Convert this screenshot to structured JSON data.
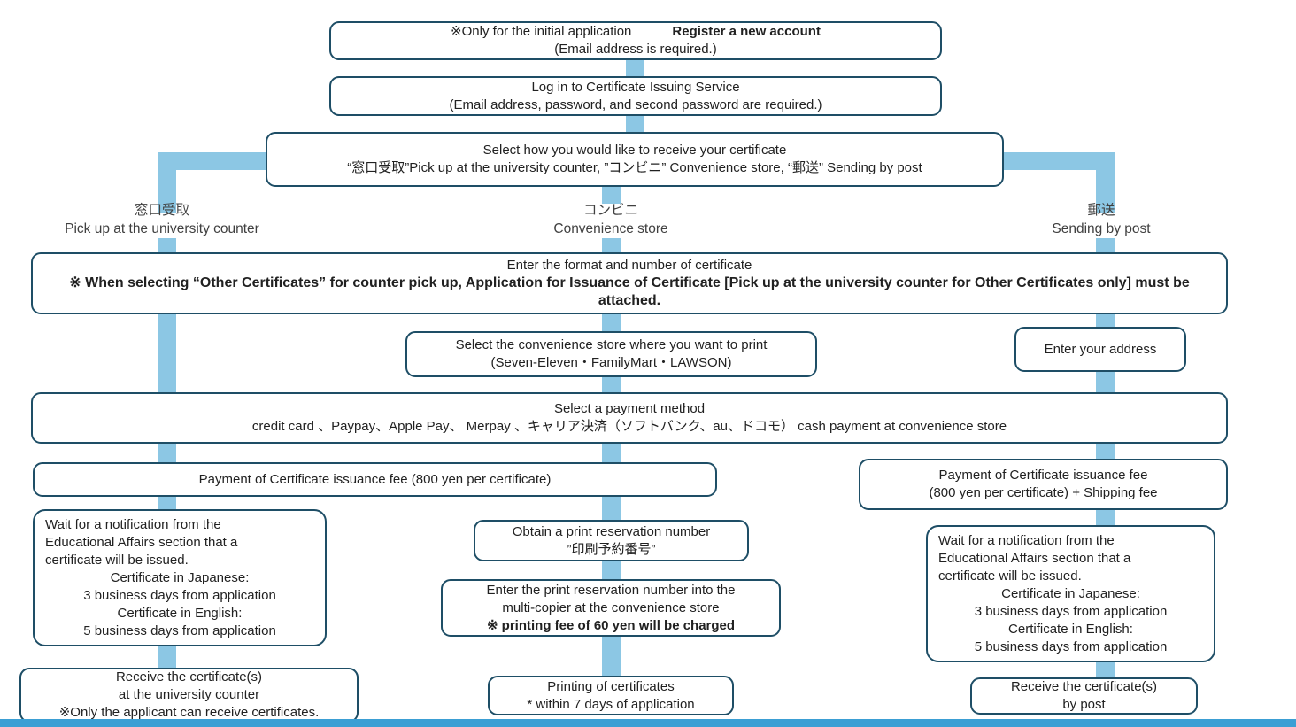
{
  "colors": {
    "box_border": "#1e4e66",
    "connector": "#8cc7e4",
    "bottom_bar": "#3b9fd4",
    "text": "#212121",
    "label_text": "#404040"
  },
  "flow": {
    "register": {
      "note": "※Only for the initial application",
      "title": "Register a new account",
      "sub": "(Email address is required.)"
    },
    "login": {
      "l1": "Log in to Certificate Issuing Service",
      "l2": "(Email address, password, and second password are required.)"
    },
    "select_method": {
      "l1": "Select how you would like to receive your certificate",
      "l2": "“窓口受取”Pick up at the university counter, ”コンビニ” Convenience store, “郵送” Sending by post"
    },
    "branch": {
      "counter": {
        "ja": "窓口受取",
        "en": "Pick up at the university counter"
      },
      "conbini": {
        "ja": "コンビニ",
        "en": "Convenience store"
      },
      "post": {
        "ja": "郵送",
        "en": "Sending by post"
      }
    },
    "enter_format": {
      "l1": "Enter the format and number of certificate",
      "note": "※ When selecting “Other Certificates” for counter pick up, Application for Issuance of Certificate [Pick up at the university counter for Other Certificates only] must be attached."
    },
    "select_store": {
      "l1": "Select the convenience store where you want to print",
      "l2": "(Seven-Eleven・FamilyMart・LAWSON)"
    },
    "enter_address": {
      "l1": "Enter your address"
    },
    "payment": {
      "l1": "Select a payment method",
      "l2": "credit card 、Paypay、Apple Pay、 Merpay 、キャリア決済（ソフトバンク、au、ドコモ） cash payment at convenience store"
    },
    "fee_left": {
      "l1": "Payment of Certificate issuance fee (800 yen per certificate)"
    },
    "fee_right": {
      "l1": "Payment of Certificate issuance fee",
      "l2": "(800 yen per certificate) + Shipping fee"
    },
    "wait": {
      "l1": "Wait for a notification from the",
      "l2": "Educational Affairs section that a",
      "l3": "certificate will be issued.",
      "l4": "Certificate in Japanese:",
      "l5": "3 business days from application",
      "l6": "Certificate in English:",
      "l7": "5 business days from application"
    },
    "obtain_number": {
      "l1": "Obtain a print reservation number",
      "l2": "”印刷予約番号”"
    },
    "enter_number": {
      "l1": "Enter the print reservation number into the",
      "l2": "multi-copier at the convenience store",
      "note": "※ printing fee of 60 yen will be charged"
    },
    "receive_counter": {
      "l1": "Receive the certificate(s)",
      "l2": "at the university counter",
      "note": "※Only the applicant can receive certificates."
    },
    "printing": {
      "l1": "Printing of certificates",
      "l2": "* within 7 days of application"
    },
    "receive_post": {
      "l1": "Receive the certificate(s)",
      "l2": "by post"
    }
  }
}
